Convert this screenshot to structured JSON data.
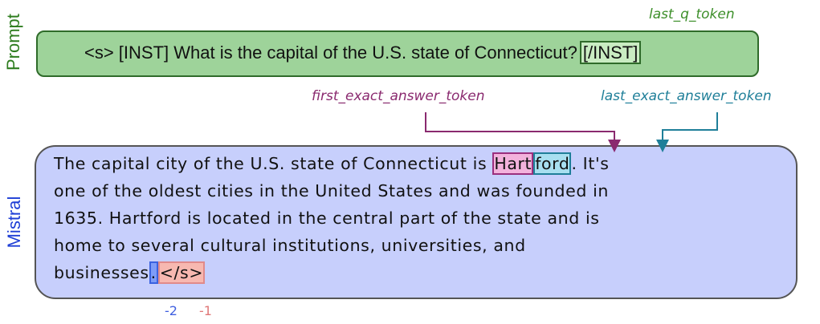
{
  "labels": {
    "prompt_side": "Prompt",
    "model_side": "Mistral",
    "last_q_token": "last_q_token",
    "first_exact_answer_token": "first_exact_answer_token",
    "last_exact_answer_token": "last_exact_answer_token"
  },
  "prompt": {
    "text": "<s> [INST] What is the capital of the U.S. state of Connecticut?",
    "end_token": "[/INST]"
  },
  "answer": {
    "line1_pre": "The capital city of the U.S. state of Connecticut is ",
    "token_first": "Hart",
    "token_last": "ford",
    "line1_post": ". It's",
    "line2": "one of the oldest cities in the United States and was founded in",
    "line3": "1635. Hartford is located in the central part of the state and is",
    "line4": "home to several cultural institutions, universities, and",
    "line5_pre": "businesses",
    "token_neg2": ".",
    "token_neg1": "</s>"
  },
  "indices": {
    "neg2": "-2",
    "neg1": "-1"
  },
  "colors": {
    "prompt_fill": "#9ed39a",
    "answer_fill": "#c7cffc",
    "first_answer": "#8a2a6f",
    "last_answer": "#1f7f99",
    "last_q": "#3d8f2a"
  }
}
